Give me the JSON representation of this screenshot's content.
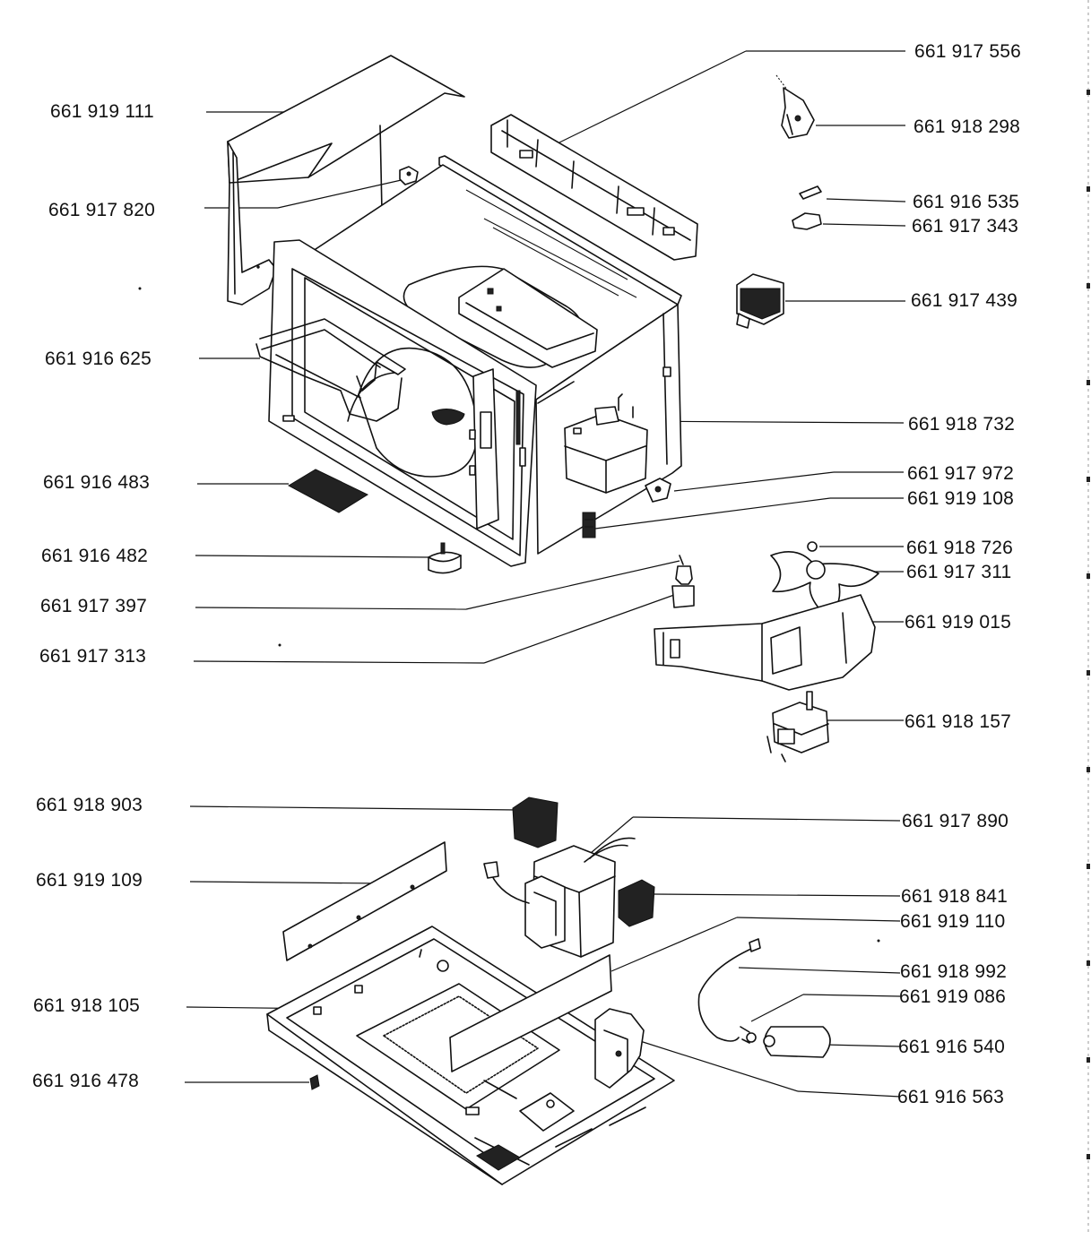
{
  "parts_left": [
    "661 919 111",
    "661 917 820",
    "661 916 625",
    "661 916 483",
    "661 916 482",
    "661 917 397",
    "661 917 313",
    "661 918 903",
    "661 919 109",
    "661 918 105",
    "661 916 478"
  ],
  "parts_right": [
    "661 917 556",
    "661 918 298",
    "661 916 535",
    "661 917 343",
    "661 917 439",
    "661 918 732",
    "661 917 972",
    "661 919 108",
    "661 918 726",
    "661 917 311",
    "661 919 015",
    "661 918 157",
    "661 917 890",
    "661 918 841",
    "661 919 110",
    "661 918 992",
    "661 919 086",
    "661 916 540",
    "661 916 563"
  ]
}
